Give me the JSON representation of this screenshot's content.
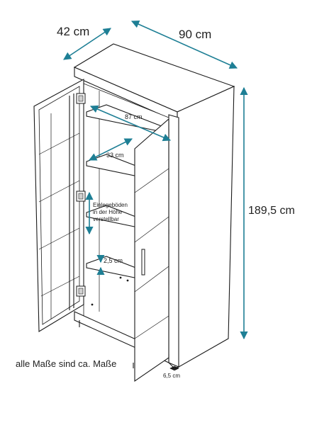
{
  "dimensions": {
    "depth": "42 cm",
    "width": "90 cm",
    "height": "189,5 cm",
    "inner_width": "87 cm",
    "inner_depth": "33 cm",
    "shelf_thickness": "2,5 cm",
    "foot_height": "6,5 cm"
  },
  "labels": {
    "shelf_note_line1": "Einlegeböden",
    "shelf_note_line2": "in der Höhe",
    "shelf_note_line3": "verstellbar",
    "footnote": "alle Maße sind ca. Maße"
  },
  "colors": {
    "dimension_line": "#1e7f95",
    "outline": "#1a1a1a"
  }
}
